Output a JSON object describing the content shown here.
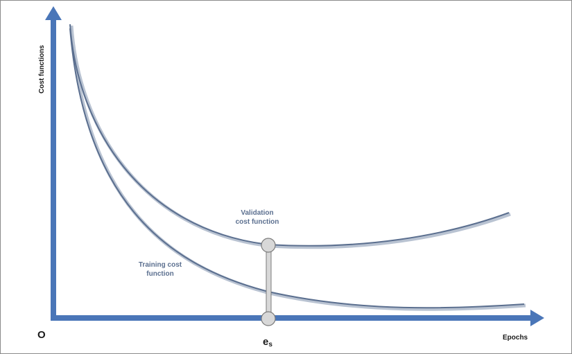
{
  "labels": {
    "y_axis": "Cost functions",
    "x_axis": "Epochs",
    "origin": "O",
    "stop_point_base": "e",
    "stop_point_sub": "s",
    "validation_line1": "Validation",
    "validation_line2": "cost function",
    "training_line1": "Training cost",
    "training_line2": "function"
  },
  "colors": {
    "axis": "#4a76b8",
    "curve": "#5b6f8f",
    "curve_shadow": "#b9c3d2",
    "marker_fill": "#d8d8d8",
    "marker_stroke": "#7a7a7a",
    "text": "#5b6f8f"
  }
}
